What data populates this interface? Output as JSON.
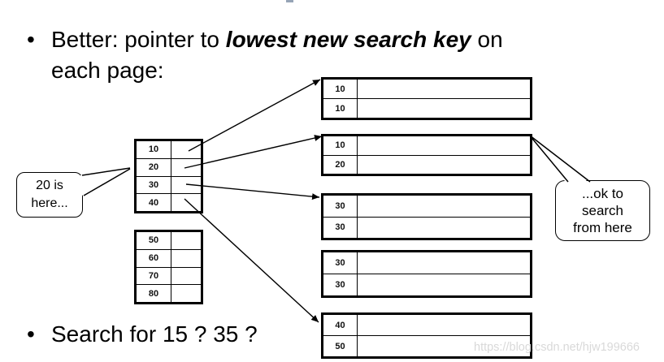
{
  "title": {
    "bullet": "•",
    "prefix": "Better: pointer to ",
    "emphasis": "lowest new search key",
    "suffix": " on",
    "line2": "each page:"
  },
  "search_question": {
    "bullet": "•",
    "text": "Search for 15 ? 35 ?"
  },
  "index_tables": [
    {
      "keys": [
        "10",
        "20",
        "30",
        "40"
      ]
    },
    {
      "keys": [
        "50",
        "60",
        "70",
        "80"
      ]
    }
  ],
  "leaf_pages": [
    {
      "keys": [
        "10",
        "10"
      ]
    },
    {
      "keys": [
        "10",
        "20"
      ]
    },
    {
      "keys": [
        "30",
        "30"
      ]
    },
    {
      "keys": [
        "30",
        "30"
      ]
    },
    {
      "keys": [
        "40",
        "50"
      ]
    }
  ],
  "callouts": {
    "left": {
      "lines": [
        "20 is",
        "here..."
      ]
    },
    "right": {
      "lines": [
        "...ok to",
        "search",
        "from here"
      ]
    }
  },
  "watermark": "https://blog.csdn.net/hjw199666",
  "colors": {
    "ink": "#000000",
    "background": "#ffffff",
    "watermark": "#d9d9d9",
    "artifact": "#96a4b6"
  }
}
